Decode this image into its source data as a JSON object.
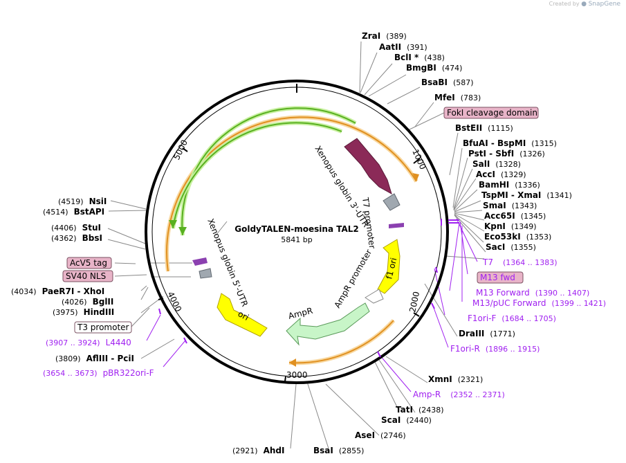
{
  "credit": {
    "created_by": "Created by",
    "brand": "SnapGene",
    "logo_icon": "snapgene-logo-icon"
  },
  "plasmid": {
    "name": "GoldyTALEN-moesina TAL2",
    "length": "5841 bp"
  },
  "ticks": [
    "1000",
    "2000",
    "3000",
    "4000",
    "5000"
  ],
  "enzymes": [
    {
      "name": "ZraI",
      "pos": "(389)"
    },
    {
      "name": "AatII",
      "pos": "(391)"
    },
    {
      "name": "BclI *",
      "pos": "(438)"
    },
    {
      "name": "BmgBI",
      "pos": "(474)"
    },
    {
      "name": "BsaBI",
      "pos": "(587)"
    },
    {
      "name": "MfeI",
      "pos": "(783)"
    },
    {
      "name": "BstEII",
      "pos": "(1115)"
    },
    {
      "name": "BfuAI  -  BspMI",
      "pos": "(1315)"
    },
    {
      "name": "PstI  -  SbfI",
      "pos": "(1326)"
    },
    {
      "name": "SalI",
      "pos": "(1328)"
    },
    {
      "name": "AccI",
      "pos": "(1329)"
    },
    {
      "name": "BamHI",
      "pos": "(1336)"
    },
    {
      "name": "TspMI  -  XmaI",
      "pos": "(1341)"
    },
    {
      "name": "SmaI",
      "pos": "(1343)"
    },
    {
      "name": "Acc65I",
      "pos": "(1345)"
    },
    {
      "name": "KpnI",
      "pos": "(1349)"
    },
    {
      "name": "Eco53kI",
      "pos": "(1353)"
    },
    {
      "name": "SacI",
      "pos": "(1355)"
    },
    {
      "name": "DraIII",
      "pos": "(1771)"
    },
    {
      "name": "XmnI",
      "pos": "(2321)"
    },
    {
      "name": "TatI",
      "pos": "(2438)"
    },
    {
      "name": "ScaI",
      "pos": "(2440)"
    },
    {
      "name": "AseI",
      "pos": "(2746)"
    },
    {
      "name": "BsaI",
      "pos": "(2855)"
    },
    {
      "name": "AhdI",
      "pos": "(2921)"
    },
    {
      "name": "AflIII  -  PciI",
      "pos": "(3809)"
    },
    {
      "name": "HindIII",
      "pos": "(3975)"
    },
    {
      "name": "BglII",
      "pos": "(4026)"
    },
    {
      "name": "PaeR7I  -  XhoI",
      "pos": "(4034)"
    },
    {
      "name": "BbsI",
      "pos": "(4362)"
    },
    {
      "name": "StuI",
      "pos": "(4406)"
    },
    {
      "name": "BstAPI",
      "pos": "(4514)"
    },
    {
      "name": "NsiI",
      "pos": "(4519)"
    }
  ],
  "primers": [
    {
      "name": "T7",
      "pos": "(1364 .. 1383)"
    },
    {
      "name": "M13 fwd",
      "pos": ""
    },
    {
      "name": "M13 Forward",
      "pos": "(1390 .. 1407)"
    },
    {
      "name": "M13/pUC Forward",
      "pos": "(1399 .. 1421)"
    },
    {
      "name": "F1ori-F",
      "pos": "(1684 .. 1705)"
    },
    {
      "name": "F1ori-R",
      "pos": "(1896 .. 1915)"
    },
    {
      "name": "Amp-R",
      "pos": "(2352 .. 2371)"
    },
    {
      "name": "L4440",
      "pos": "(3907 .. 3924)"
    },
    {
      "name": "pBR322ori-F",
      "pos": "(3654 .. 3673)"
    }
  ],
  "boxed_features": [
    "FokI cleavage domain",
    "AcV5 tag",
    "SV40 NLS",
    "T3 promoter"
  ],
  "map_features": {
    "xenopus_3utr": "Xenopus globin 3'-UTR",
    "xenopus_5utr": "Xenopus globin 5'-UTR",
    "t7_promoter": "T7 promoter",
    "ampr_promoter": "AmpR promoter",
    "f1_ori": "f1 ori",
    "ampr": "AmpR",
    "ori": "ori"
  },
  "colors": {
    "orange_arc": "#f0a030",
    "green_arc": "#58b020",
    "utr3": "#8b2a58",
    "yellow": "#ffff00",
    "ampr": "#c8f5c8",
    "primer": "#a020f0",
    "boxed_feature": "#e8b4c8"
  }
}
